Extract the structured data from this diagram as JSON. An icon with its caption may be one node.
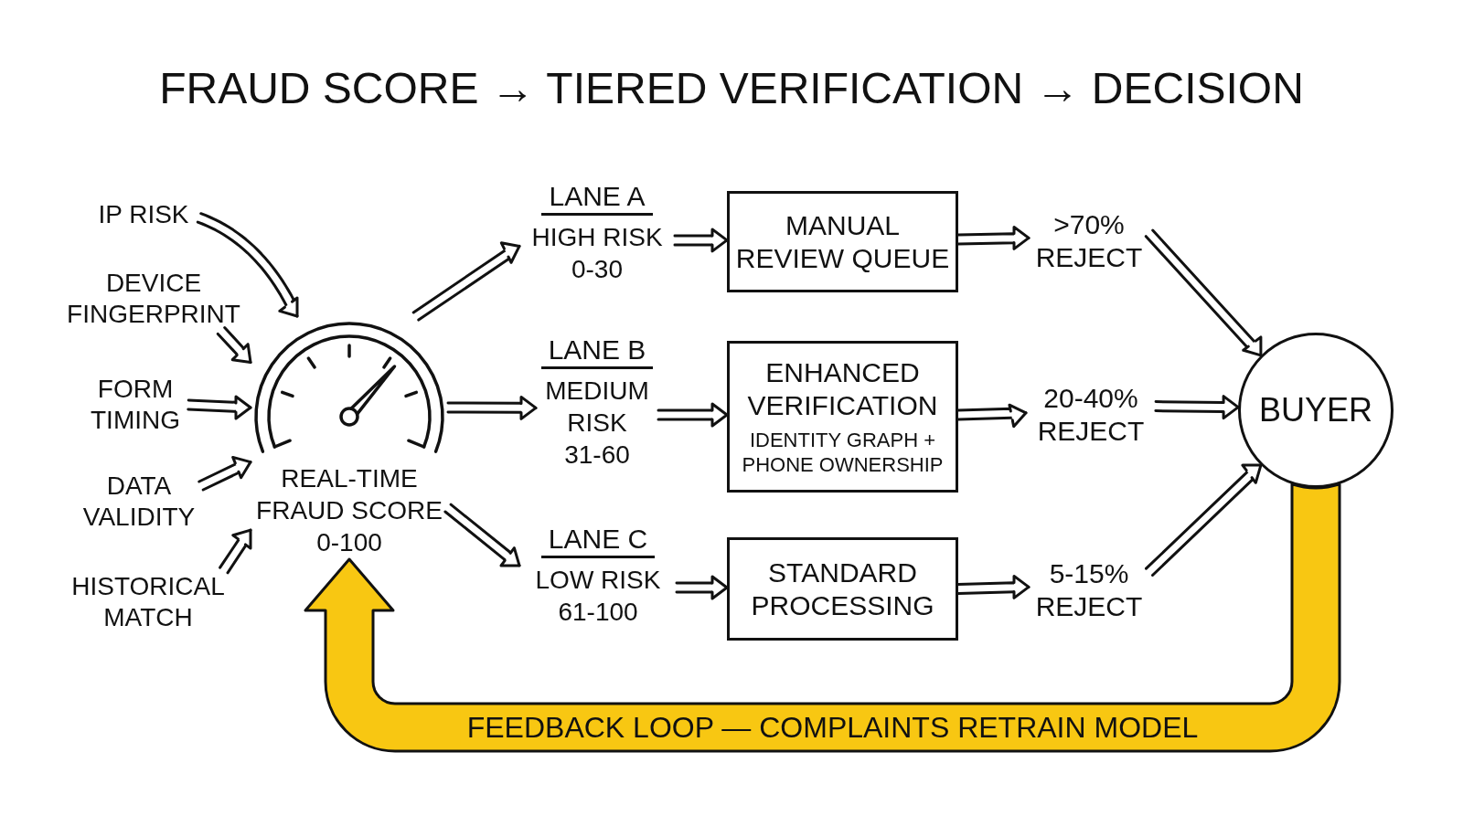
{
  "diagram": {
    "title": "FRAUD SCORE → TIERED VERIFICATION → DECISION",
    "nodes": [
      {
        "text": [
          "IP RISK"
        ]
      },
      {
        "text": [
          "DEVICE FINGERPRINT"
        ]
      },
      {
        "text": [
          "FORM TIMING"
        ]
      },
      {
        "text": [
          "DATA VALIDITY"
        ]
      },
      {
        "text": [
          "HISTORICAL MATCH"
        ]
      },
      {
        "text": [
          "REAL-TIME FRAUD SCORE 0-100"
        ]
      },
      {
        "text": [
          "LANE A",
          "HIGH RISK 0-30"
        ]
      },
      {
        "text": [
          "LANE B",
          "MEDIUM RISK 31-60"
        ]
      },
      {
        "text": [
          "LANE C",
          "LOW RISK 61-100"
        ]
      },
      {
        "text": [
          "MANUAL REVIEW QUEUE"
        ]
      },
      {
        "text": [
          "ENHANCED VERIFICATION",
          "IDENTITY GRAPH + PHONE OWNERSHIP"
        ]
      },
      {
        "text": [
          "STANDARD PROCESSING"
        ]
      },
      {
        "text": [
          ">70% REJECT"
        ]
      },
      {
        "text": [
          "20-40% REJECT"
        ]
      },
      {
        "text": [
          "5-15% REJECT"
        ]
      },
      {
        "text": [
          "BUYER"
        ]
      }
    ],
    "edges": [
      {
        "from": 0,
        "to": 5,
        "arrow": "to"
      },
      {
        "from": 1,
        "to": 5,
        "arrow": "to"
      },
      {
        "from": 2,
        "to": 5,
        "arrow": "to"
      },
      {
        "from": 3,
        "to": 5,
        "arrow": "to"
      },
      {
        "from": 4,
        "to": 5,
        "arrow": "to"
      },
      {
        "from": 5,
        "to": 6,
        "arrow": "to"
      },
      {
        "from": 5,
        "to": 7,
        "arrow": "to"
      },
      {
        "from": 5,
        "to": 8,
        "arrow": "to"
      },
      {
        "from": 6,
        "to": 9,
        "arrow": "to"
      },
      {
        "from": 7,
        "to": 10,
        "arrow": "to"
      },
      {
        "from": 8,
        "to": 11,
        "arrow": "to"
      },
      {
        "from": 9,
        "to": 12,
        "arrow": "to"
      },
      {
        "from": 10,
        "to": 13,
        "arrow": "to"
      },
      {
        "from": 11,
        "to": 14,
        "arrow": "to"
      },
      {
        "from": 12,
        "to": 15,
        "arrow": "to"
      },
      {
        "from": 13,
        "to": 15,
        "arrow": "to"
      },
      {
        "from": 14,
        "to": 15,
        "arrow": "to"
      },
      {
        "from": 15,
        "to": 5,
        "arrow": "to",
        "label": "FEEDBACK LOOP — COMPLAINTS RETRAIN MODEL",
        "style": "thick",
        "color": "#f8c712"
      }
    ]
  }
}
